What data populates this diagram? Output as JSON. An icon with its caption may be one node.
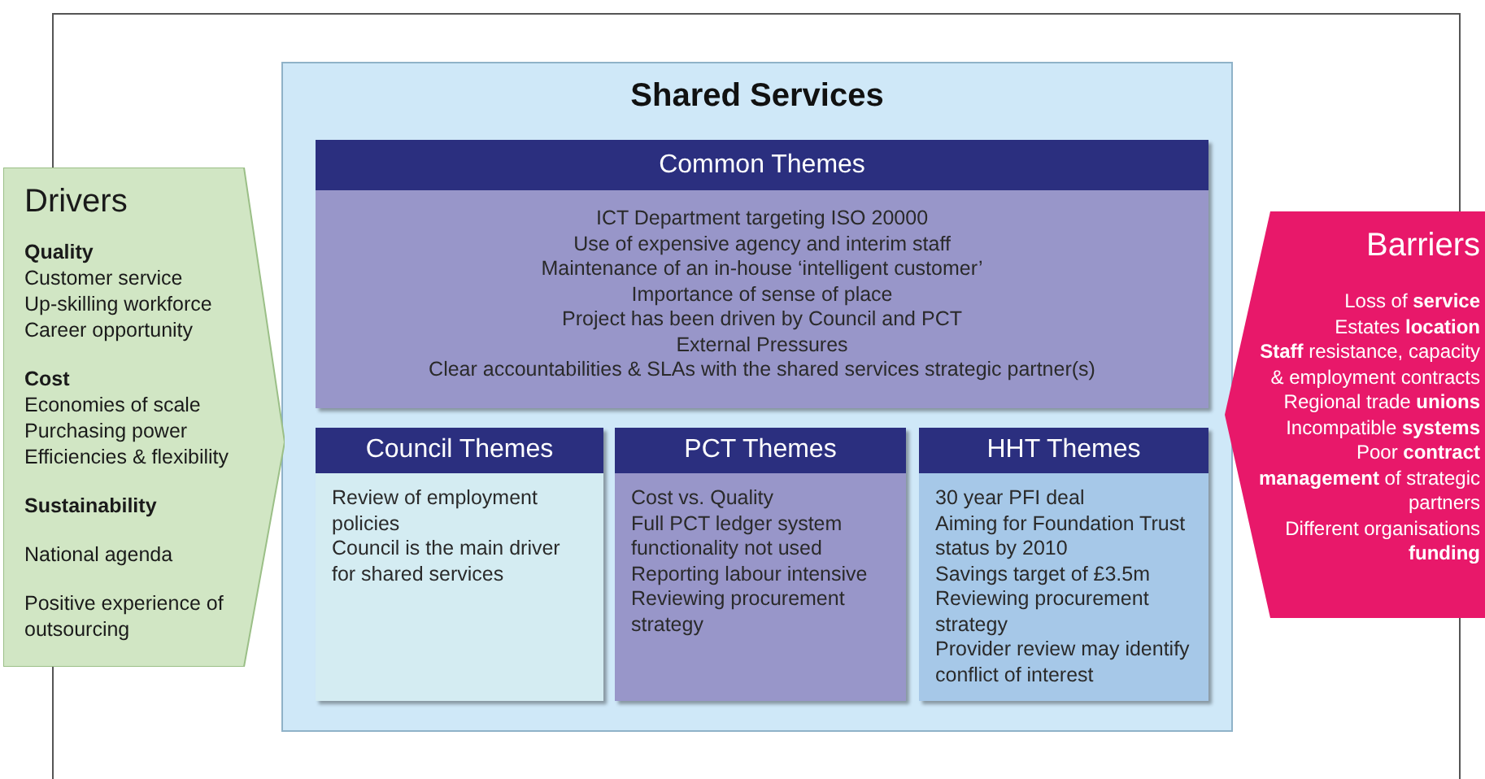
{
  "diagram": {
    "nodes": [
      {
        "text": [
          "Shared Services"
        ]
      },
      {
        "text": [
          "Common Themes",
          "ICT Department targeting ISO 20000",
          "Use of expensive agency and interim staff",
          "Maintenance of an in-house ‘intelligent customer’",
          "Importance of sense of place",
          "Project has been driven by Council and PCT",
          "External Pressures",
          "Clear accountabilities & SLAs with the shared services strategic partner(s)"
        ],
        "in": 0
      },
      {
        "text": [
          "Council Themes",
          "Review of employment policies",
          "Council is the main driver for shared services"
        ],
        "in": 0
      },
      {
        "text": [
          "PCT Themes",
          "Cost vs. Quality",
          "Full PCT ledger system functionality not used",
          "Reporting labour intensive",
          "Reviewing procurement strategy"
        ],
        "in": 0
      },
      {
        "text": [
          "HHT Themes",
          "30 year PFI deal",
          "Aiming for Foundation Trust status by 2010",
          "Savings target of £3.5m",
          "Reviewing procurement strategy",
          "Provider review may identify conflict of interest"
        ],
        "in": 0
      },
      {
        "text": [
          "Drivers",
          "Quality",
          "Customer service",
          "Up-skilling workforce",
          "Career opportunity",
          "Cost",
          "Economies of scale",
          "Purchasing power",
          "Efficiencies & flexibility",
          "Sustainability",
          "National agenda",
          "Positive experience of outsourcing"
        ]
      },
      {
        "text": [
          "Barriers",
          "Loss of **service**",
          "Estates **location**",
          "**Staff** resistance, capacity & employment contracts",
          "Regional trade **unions**",
          "Incompatible **systems**",
          "Poor **contract management** of strategic partners",
          "Different organisations **funding**"
        ]
      }
    ]
  }
}
